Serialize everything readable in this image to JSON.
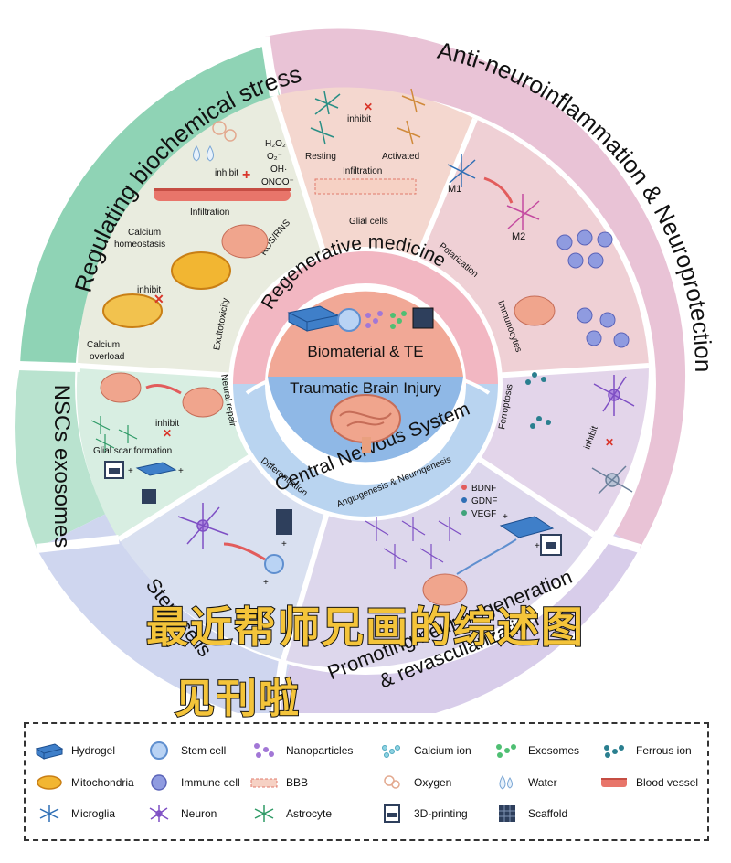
{
  "outer_ring": {
    "regulating": "Regulating biochemical stress",
    "anti": "Anti-neuroinflammation & Neuroprotection",
    "nscs": "NSCs exosomes",
    "stem": "Stem cells",
    "promoting_1": "Promoting neuroregeneration",
    "promoting_2": "& revascularization"
  },
  "mid_ring": {
    "regenerative": "Regenerative medicine",
    "cns": "Central Nervous System"
  },
  "center": {
    "biomaterial": "Biomaterial & TE",
    "tbi": "Traumatic Brain Injury"
  },
  "sector_labels": {
    "ros_rns": "ROS/RNS",
    "excitotoxicity": "Excitotoxicity",
    "glial_cells": "Glial cells",
    "polarization": "Polarization",
    "immunocytes": "Immunocytes",
    "ferroptosis": "Ferroptosis",
    "neural_repair": "Neural repair",
    "differentiation": "Differentiation",
    "angiogenesis": "Angiogenesis & Neurogenesis"
  },
  "annotations": {
    "h2o2": "H₂O₂",
    "o2": "O₂⁻",
    "oh": "OH·",
    "onoo": "ONOO⁻",
    "inhibit": "inhibit",
    "infiltration": "Infiltration",
    "calcium_homeostasis_1": "Calcium",
    "calcium_homeostasis_2": "homeostasis",
    "calcium_overload_1": "Calcium",
    "calcium_overload_2": "overload",
    "resting": "Resting",
    "activated": "Activated",
    "m1": "M1",
    "m2": "M2",
    "glial_scar": "Glial scar formation",
    "bdnf": "BDNF",
    "gdnf": "GDNF",
    "vegf": "VEGF",
    "plus": "+"
  },
  "caption": {
    "line1": "最近帮师兄画的综述图",
    "line2": "见刊啦"
  },
  "legend": [
    {
      "label": "Hydrogel",
      "icon": "hydrogel-icon"
    },
    {
      "label": "Stem cell",
      "icon": "stem-cell-icon"
    },
    {
      "label": "Nanoparticles",
      "icon": "nanoparticles-icon"
    },
    {
      "label": "Calcium ion",
      "icon": "calcium-ion-icon"
    },
    {
      "label": "Exosomes",
      "icon": "exosomes-icon"
    },
    {
      "label": "Ferrous ion",
      "icon": "ferrous-ion-icon"
    },
    {
      "label": "Mitochondria",
      "icon": "mitochondria-icon"
    },
    {
      "label": "Immune cell",
      "icon": "immune-cell-icon"
    },
    {
      "label": "BBB",
      "icon": "bbb-icon"
    },
    {
      "label": "Oxygen",
      "icon": "oxygen-icon"
    },
    {
      "label": "Water",
      "icon": "water-icon"
    },
    {
      "label": "Blood vessel",
      "icon": "blood-vessel-icon"
    },
    {
      "label": "Microglia",
      "icon": "microglia-icon"
    },
    {
      "label": "Neuron",
      "icon": "neuron-icon"
    },
    {
      "label": "Astrocyte",
      "icon": "astrocyte-icon"
    },
    {
      "label": "3D-printing",
      "icon": "3d-printer-icon"
    },
    {
      "label": "Scaffold",
      "icon": "scaffold-icon"
    }
  ],
  "colors": {
    "regulating": "#8fd3b5",
    "anti": "#e6bfd4",
    "nscs": "#b9e3cf",
    "stem": "#cfd6ef",
    "promoting": "#d6cdea",
    "regenerative": "#f2a89e",
    "cns": "#9fc3ea"
  }
}
